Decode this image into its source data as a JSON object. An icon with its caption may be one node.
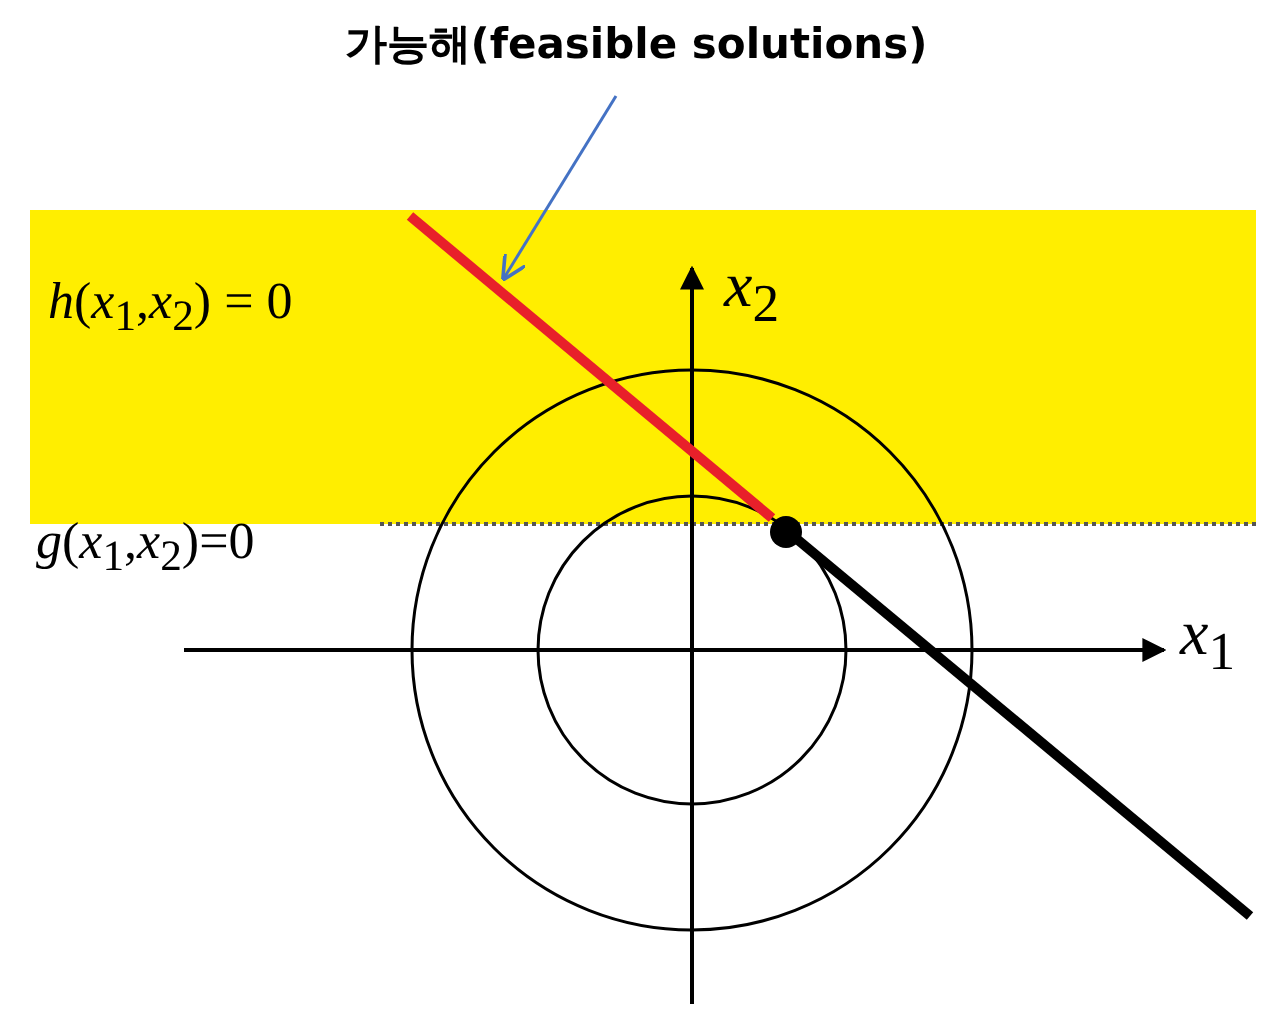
{
  "diagram": {
    "nodes": [
      {
        "text": [
          "가능해(feasible solutions)"
        ]
      },
      {
        "text": [],
        "shape": "bar"
      }
    ],
    "edges": [
      {
        "from": 0,
        "to": 1,
        "arrow": "to",
        "color": "#4472c4"
      }
    ],
    "labels": [
      "*h*(*x*$_{1}$,*x*$_{2}$) = 0",
      "*x*$_{2}$",
      "*g*(*x*$_{1}$,*x*$_{2}$)=0",
      "*x*$_{1}$"
    ]
  }
}
